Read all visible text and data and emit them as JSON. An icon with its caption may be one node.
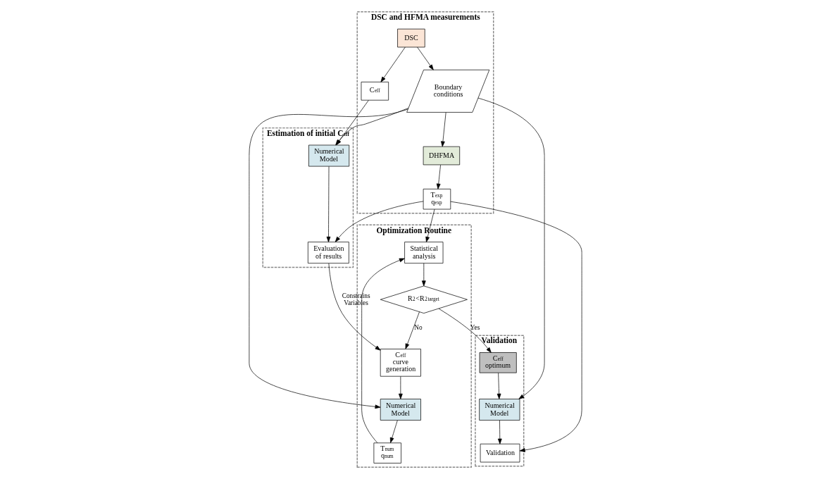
{
  "diagram": {
    "nodes": [
      {
        "text": [
          "DSC and HFMA measurements"
        ]
      },
      {
        "text": [
          "Boundary conditions"
        ],
        "in": 0
      },
      {
        "text": [
          "DSC"
        ],
        "in": 0
      },
      {
        "text": [
          "DHFMA"
        ],
        "in": 0
      },
      {
        "text": [
          "C$_{eff}$"
        ],
        "in": 0
      },
      {
        "text": [
          "T$_{exp}$ q$_{exp}$"
        ],
        "in": 0
      },
      {
        "text": [
          "Optimization Routine"
        ]
      },
      {
        "text": [
          "Numerical Model"
        ],
        "in": 6
      },
      {
        "text": [
          "T$_{num}$ q$_{num}$"
        ],
        "in": 6
      },
      {
        "text": [
          "C$_{eff}$ curve generation"
        ],
        "in": 6
      },
      {
        "text": [
          "Statistical analysis"
        ],
        "in": 6
      },
      {
        "text": [
          "R$^{2}$<R$^{2}$$_{target}$"
        ],
        "in": 6
      },
      {
        "text": [
          "Estimation of initial C$_{eff}$"
        ]
      },
      {
        "text": [
          "Numerical Model"
        ],
        "in": 12
      },
      {
        "text": [
          "Evaluation of results"
        ],
        "in": 12
      },
      {
        "text": [
          "Validation"
        ]
      },
      {
        "text": [
          "Validation"
        ],
        "in": 15
      },
      {
        "text": [
          "Numerical Model"
        ],
        "in": 15
      },
      {
        "text": [
          "C$_{eff}$ optimum"
        ],
        "in": 15
      }
    ],
    "edges": [
      {
        "from": 2,
        "to": 1,
        "arrow": "to"
      },
      {
        "from": 2,
        "to": 4,
        "arrow": "to"
      },
      {
        "from": 1,
        "to": 7,
        "arrow": "to"
      },
      {
        "from": 1,
        "to": 3,
        "arrow": "to"
      },
      {
        "from": 3,
        "to": 5,
        "arrow": "to"
      },
      {
        "from": 1,
        "to": 13,
        "arrow": "to"
      },
      {
        "from": 1,
        "to": 17,
        "arrow": "to"
      },
      {
        "from": 5,
        "to": 14,
        "arrow": "to"
      },
      {
        "from": 5,
        "to": 16,
        "arrow": "to"
      },
      {
        "from": 5,
        "to": 10,
        "arrow": "to"
      },
      {
        "from": 4,
        "to": 13,
        "arrow": "to"
      },
      {
        "from": 13,
        "to": 14,
        "arrow": "to"
      },
      {
        "from": 14,
        "to": 9,
        "arrow": "to",
        "label": "Constrains Variables"
      },
      {
        "from": 9,
        "to": 7,
        "arrow": "to"
      },
      {
        "from": 7,
        "to": 8,
        "arrow": "to"
      },
      {
        "from": 8,
        "to": 10,
        "arrow": "to"
      },
      {
        "from": 10,
        "to": 11,
        "arrow": "to"
      },
      {
        "from": 11,
        "to": 9,
        "arrow": "to",
        "label": "No"
      },
      {
        "from": 11,
        "to": 18,
        "arrow": "to",
        "label": "Yes"
      },
      {
        "from": 18,
        "to": 17,
        "arrow": "to"
      },
      {
        "from": 17,
        "to": 16,
        "arrow": "to"
      }
    ]
  }
}
